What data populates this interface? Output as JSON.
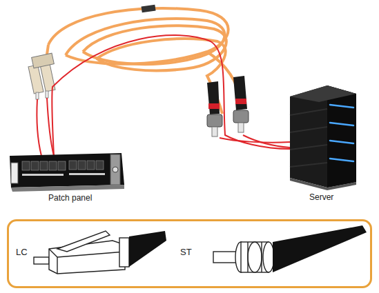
{
  "diagram": {
    "nodes": [
      {
        "text": [
          "Patch panel"
        ]
      },
      {
        "text": [
          "Server"
        ]
      },
      {
        "text": [
          "LC",
          "ST"
        ]
      }
    ],
    "edges": [
      {
        "from": 0,
        "to": 1,
        "arrow": "none"
      }
    ]
  }
}
